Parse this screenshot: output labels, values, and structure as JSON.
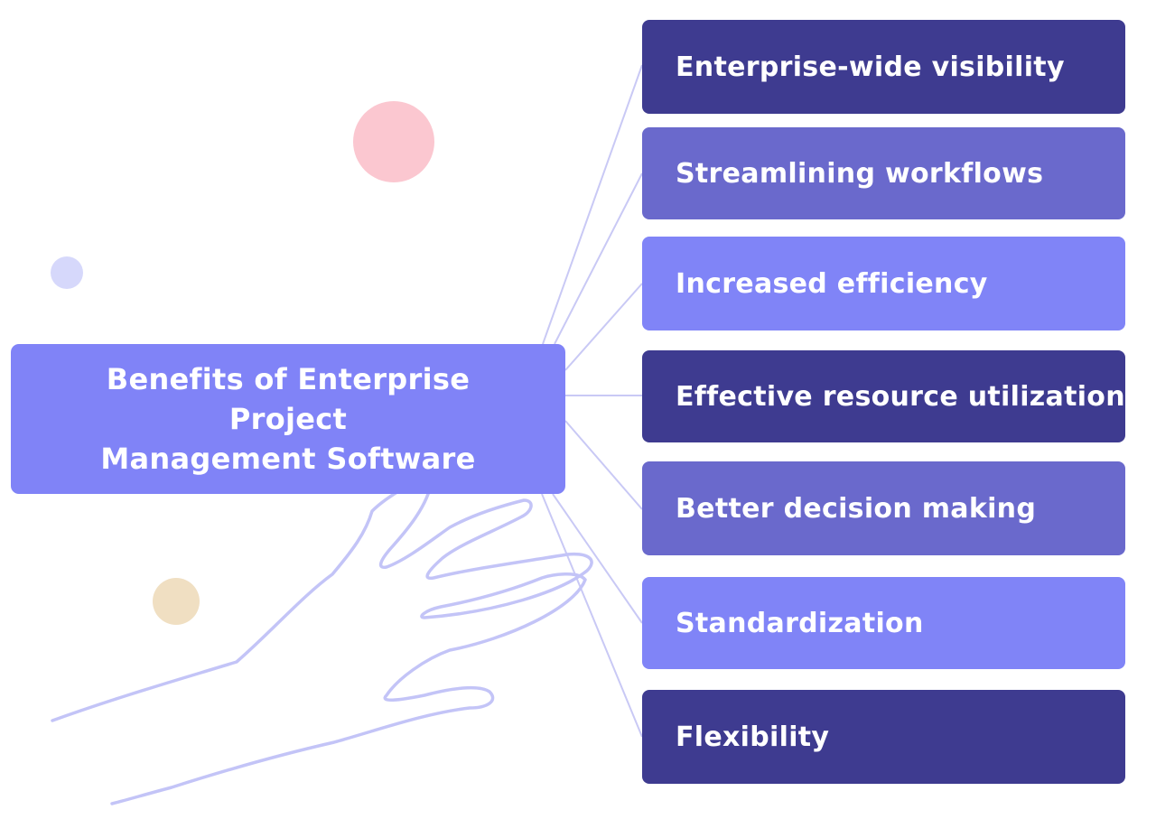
{
  "center": {
    "title_line1": "Benefits of Enterprise Project",
    "title_line2": "Management Software"
  },
  "benefits": [
    {
      "label": "Enterprise-wide visibility",
      "shade": "dark"
    },
    {
      "label": "Streamlining workflows",
      "shade": "mid"
    },
    {
      "label": "Increased efficiency",
      "shade": "light"
    },
    {
      "label": "Effective resource utilization",
      "shade": "dark"
    },
    {
      "label": "Better decision making",
      "shade": "mid"
    },
    {
      "label": "Standardization",
      "shade": "light"
    },
    {
      "label": "Flexibility",
      "shade": "dark"
    }
  ],
  "colors": {
    "dark": "#3e3b90",
    "mid": "#6a69cc",
    "light": "#8084f7",
    "connector": "#c9c9f5",
    "hand_outline": "#c3c4f7",
    "circle_pink": "#fbc7d0",
    "circle_lavender": "#d6d8fb",
    "circle_tan": "#f0dfc2"
  }
}
